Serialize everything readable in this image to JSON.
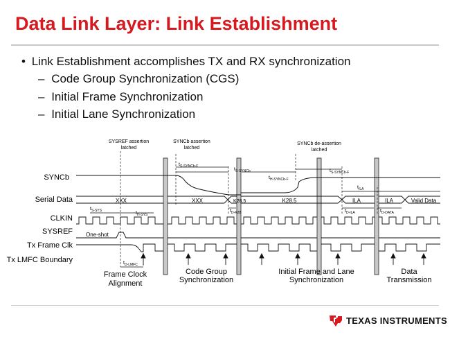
{
  "slide": {
    "title": "Data Link Layer: Link Establishment",
    "bullets": [
      {
        "marker": "•",
        "text": "Link Establishment accomplishes TX and RX synchronization"
      },
      {
        "marker": "–",
        "text": "Code Group Synchronization (CGS)"
      },
      {
        "marker": "–",
        "text": "Initial Frame Synchronization"
      },
      {
        "marker": "–",
        "text": "Initial Lane Synchronization"
      }
    ]
  },
  "diagram": {
    "signals": [
      "SYNCb",
      "Serial Data",
      "CLKIN",
      "SYSREF",
      "Tx Frame Clk",
      "Tx LMFC Boundary"
    ],
    "annotations": {
      "sysref_latched": [
        "SYSREF assertion",
        "latched"
      ],
      "syncb_latched": [
        "SYNCb assertion",
        "latched"
      ],
      "syncb_deassert": [
        "SYNCb de-assertion",
        "latched"
      ],
      "one_shot": "One-shot"
    },
    "serial_labels": {
      "xxx1": "XXX",
      "xxx2": "XXX",
      "k28a": "K28.5",
      "k28b": "K28.5",
      "ila1": "ILA",
      "ila2": "ILA",
      "valid": "Valid Data"
    },
    "timing": {
      "t_syncb_f_1": {
        "base": "t",
        "sub": "S-SYNCb-F"
      },
      "t_s_syncb": {
        "base": "t",
        "sub": "S-SYNCb"
      },
      "t_h_syncb_f": {
        "base": "t",
        "sub": "H-SYNCb-F"
      },
      "t_syncb_f_2": {
        "base": "t",
        "sub": "S-SYNCb-F"
      },
      "t_ila": {
        "base": "t",
        "sub": "ILA"
      },
      "t_d_k28": {
        "base": "t",
        "sub": "D-K28"
      },
      "t_d_ila": {
        "base": "t",
        "sub": "D-ILA"
      },
      "t_d_data": {
        "base": "t",
        "sub": "D-DATA"
      },
      "t_s_sys": {
        "base": "t",
        "sub": "S-SYS"
      },
      "t_h_sys": {
        "base": "t",
        "sub": "H-SYS"
      },
      "t_d_lmfc": {
        "base": "t",
        "sub": "D-LMFC"
      }
    },
    "phases": {
      "frame_clock": [
        "Frame Clock",
        "Alignment"
      ],
      "cgs": [
        "Code Group",
        "Synchronization"
      ],
      "ifs": [
        "Initial Frame and Lane",
        "Synchronization"
      ],
      "data": [
        "Data",
        "Transmission"
      ]
    }
  },
  "footer": {
    "company": "Texas Instruments",
    "company_display": "TEXAS INSTRUMENTS"
  },
  "colors": {
    "title": "#d71920",
    "logo": "#d71920",
    "bar_fill": "#c8c8c8"
  }
}
